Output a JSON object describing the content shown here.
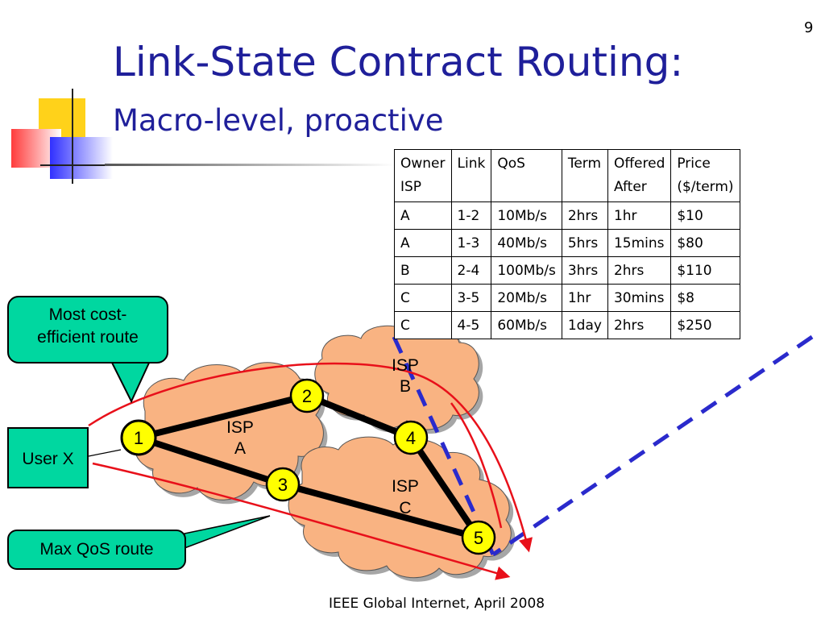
{
  "slide_number": "9",
  "title": "Link-State Contract Routing:",
  "subtitle": "Macro-level, proactive",
  "table": {
    "headers": [
      {
        "line1": "Owner",
        "line2": "ISP"
      },
      {
        "line1": "Link",
        "line2": ""
      },
      {
        "line1": "QoS",
        "line2": ""
      },
      {
        "line1": "Term",
        "line2": ""
      },
      {
        "line1": "Offered",
        "line2": "After"
      },
      {
        "line1": "Price",
        "line2": "($/term)"
      }
    ],
    "rows": [
      [
        "A",
        "1-2",
        "10Mb/s",
        "2hrs",
        "1hr",
        "$10"
      ],
      [
        "A",
        "1-3",
        "40Mb/s",
        "5hrs",
        "15mins",
        "$80"
      ],
      [
        "B",
        "2-4",
        "100Mb/s",
        "3hrs",
        "2hrs",
        "$110"
      ],
      [
        "C",
        "3-5",
        "20Mb/s",
        "1hr",
        "30mins",
        "$8"
      ],
      [
        "C",
        "4-5",
        "60Mb/s",
        "1day",
        "2hrs",
        "$250"
      ]
    ]
  },
  "callouts": {
    "cost_line1": "Most cost-",
    "cost_line2": "efficient route",
    "qos": "Max QoS route",
    "user": "User X"
  },
  "nodes": [
    "1",
    "2",
    "3",
    "4",
    "5"
  ],
  "isps": {
    "a_line1": "ISP",
    "a_line2": "A",
    "b_line1": "ISP",
    "b_line2": "B",
    "c_line1": "ISP",
    "c_line2": "C"
  },
  "footer": "IEEE Global Internet, April 2008",
  "colors": {
    "title": "#1f1f9a",
    "callout": "#00d7a0",
    "cloud": "#f9b382",
    "node": "#ffff00",
    "route": "#e8101a",
    "dashed": "#2a2acc"
  }
}
